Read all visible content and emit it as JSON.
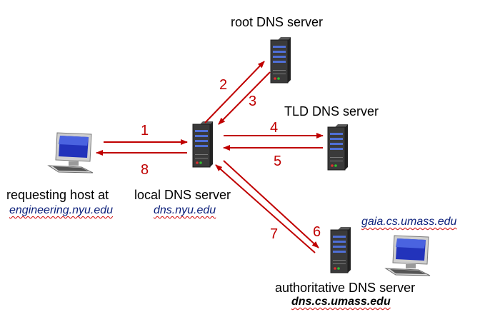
{
  "labels": {
    "root_server": "root DNS server",
    "tld_server": "TLD DNS server",
    "requesting_host": "requesting host at",
    "requesting_host_domain": "engineering.nyu.edu",
    "local_server": "local DNS server",
    "local_server_domain": "dns.nyu.edu",
    "authoritative_server": "authoritative DNS server",
    "authoritative_server_domain": "dns.cs.umass.edu",
    "gaia_host": "gaia.cs.umass.edu"
  },
  "arrows": {
    "a1": "1",
    "a2": "2",
    "a3": "3",
    "a4": "4",
    "a5": "5",
    "a6": "6",
    "a7": "7",
    "a8": "8"
  },
  "colors": {
    "arrow": "#c00000",
    "server_body": "#3a3a3a",
    "server_slot": "#4f6fd6"
  },
  "icons": {
    "server": "server-tower-icon",
    "computer": "desktop-computer-icon"
  }
}
